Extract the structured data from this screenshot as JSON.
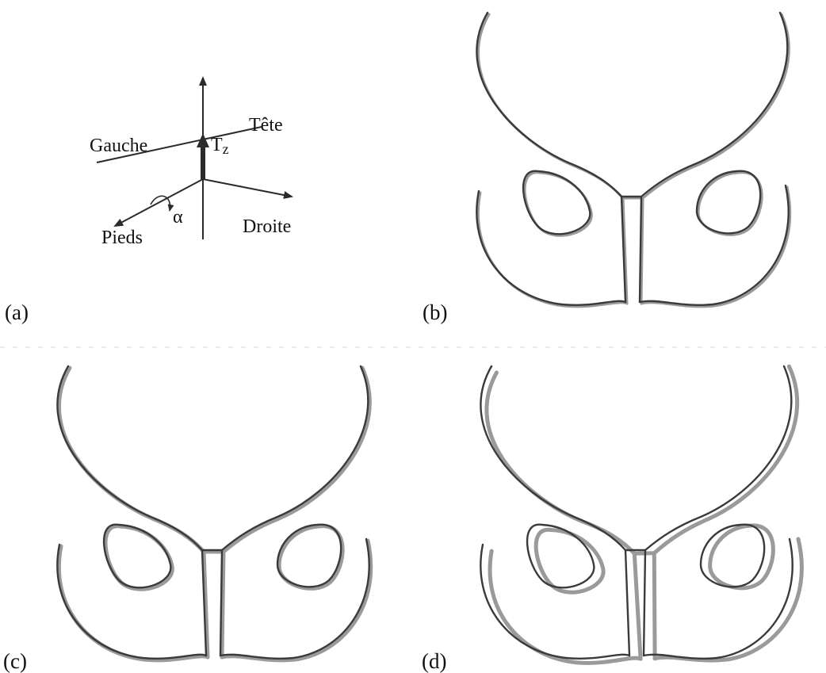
{
  "panels": {
    "a": {
      "label": "(a)",
      "axes": {
        "gauche": "Gauche",
        "tete": "Tête",
        "droite": "Droite",
        "pieds": "Pieds",
        "tz_main": "T",
        "tz_sub": "z",
        "alpha": "α"
      }
    },
    "b": {
      "label": "(b)"
    },
    "c": {
      "label": "(c)"
    },
    "d": {
      "label": "(d)"
    }
  },
  "colors": {
    "contour_dark": "#3a3a3a",
    "contour_gray": "#9a9a9a",
    "axis": "#2b2b2b"
  }
}
